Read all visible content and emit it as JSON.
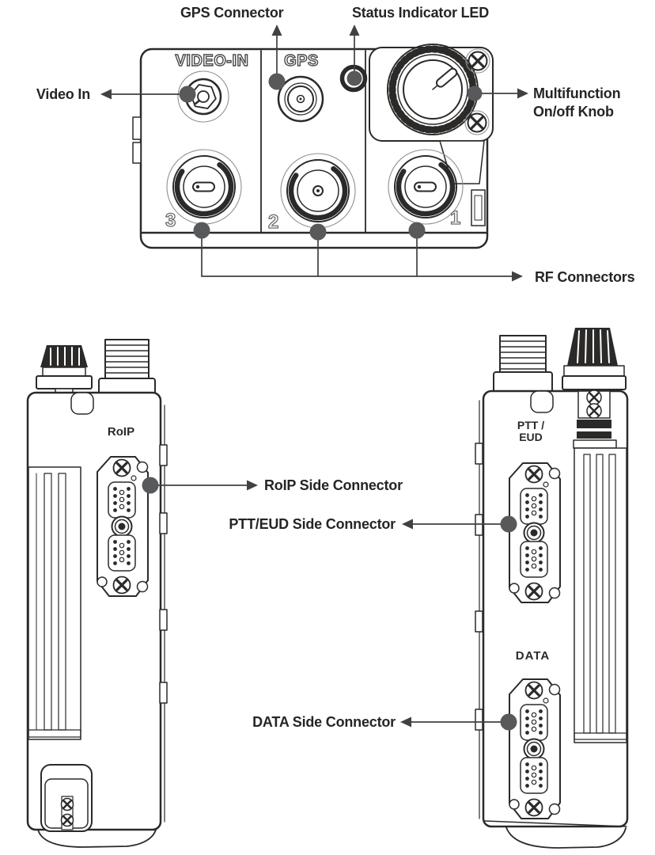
{
  "diagram": {
    "title_note": "radio hardware connector diagram",
    "top_view": {
      "panel_labels": {
        "video_in": "VIDEO-IN",
        "gps": "GPS"
      },
      "port_numbers": [
        "3",
        "2",
        "1"
      ],
      "callouts": {
        "gps_connector": "GPS Connector",
        "status_led": "Status Indicator LED",
        "video_in": "Video In",
        "multifunction_line1": "Multifunction",
        "multifunction_line2": "On/off Knob",
        "rf_connectors": "RF Connectors"
      }
    },
    "left_side_view": {
      "panel_label": "RoIP",
      "callout": "RoIP Side Connector"
    },
    "right_side_view": {
      "panel_label_line1": "PTT /",
      "panel_label_line2": "EUD",
      "data_panel_label": "DATA",
      "callouts": {
        "ptt_eud": "PTT/EUD Side Connector",
        "data": "DATA Side Connector"
      }
    }
  },
  "colors": {
    "line_art": "#2b2a29",
    "callout_line": "#414042",
    "marker_dot": "#58595b",
    "background": "#ffffff"
  }
}
